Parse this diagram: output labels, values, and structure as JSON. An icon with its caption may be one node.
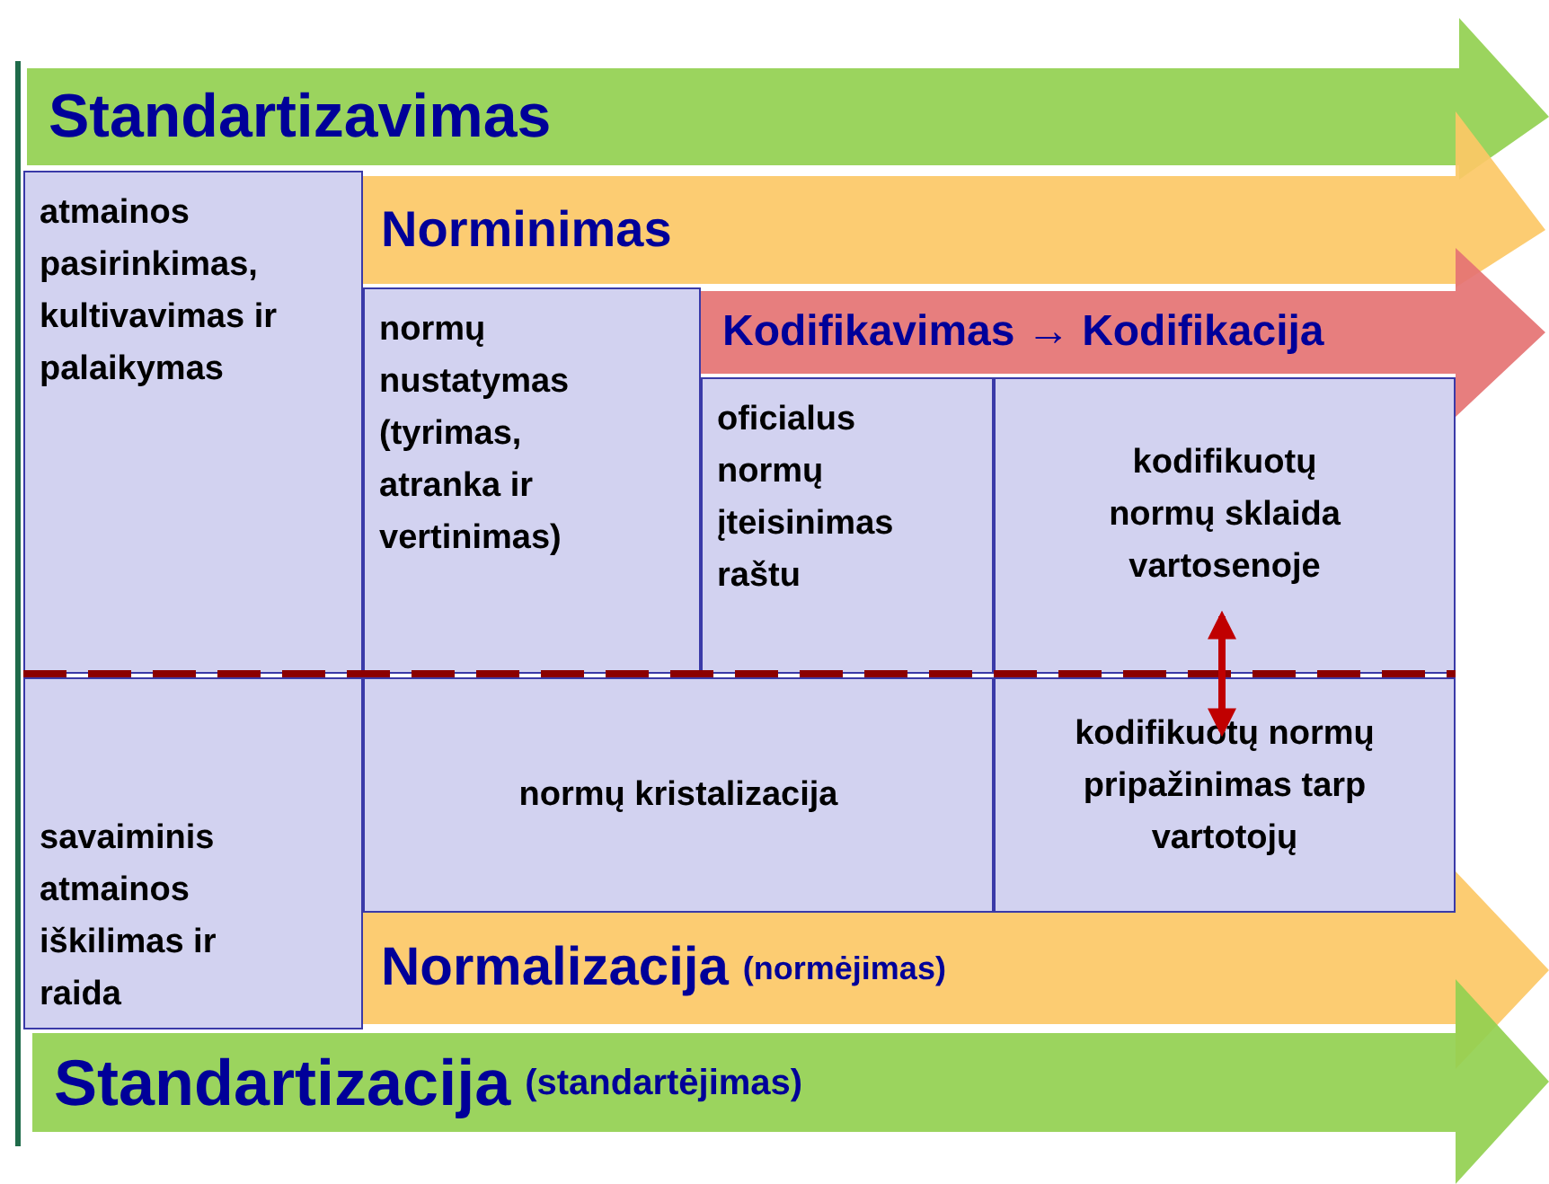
{
  "diagram": {
    "nodes": [
      {
        "text": [
          "Standartizavimas"
        ]
      },
      {
        "text": [
          "atmainos pasirinkimas, kultivavimas ir palaikymas"
        ]
      },
      {
        "text": [
          "Norminimas"
        ]
      },
      {
        "text": [
          "normų nustatymas (tyrimas, atranka ir vertinimas)"
        ]
      },
      {
        "text": [
          "Kodifikavimas → Kodifikacija"
        ]
      },
      {
        "text": [
          "oficialus normų įteisinimas raštu"
        ]
      },
      {
        "text": [
          "kodifikuotų normų sklaida vartosenoje"
        ]
      },
      {
        "text": [
          "savaiminis atmainos iškilimas ir raida"
        ]
      },
      {
        "text": [
          "normų kristalizacija"
        ]
      },
      {
        "text": [
          "kodifikuotų normų pripažinimas tarp vartotojų"
        ]
      },
      {
        "text": [
          "Normalizacija",
          "(normėjimas)"
        ]
      },
      {
        "text": [
          "Standartizacija",
          "(standartėjimas)"
        ]
      }
    ],
    "edges": [
      {
        "from": 6,
        "to": 9,
        "arrow": "both",
        "color": "#c00000"
      }
    ]
  }
}
